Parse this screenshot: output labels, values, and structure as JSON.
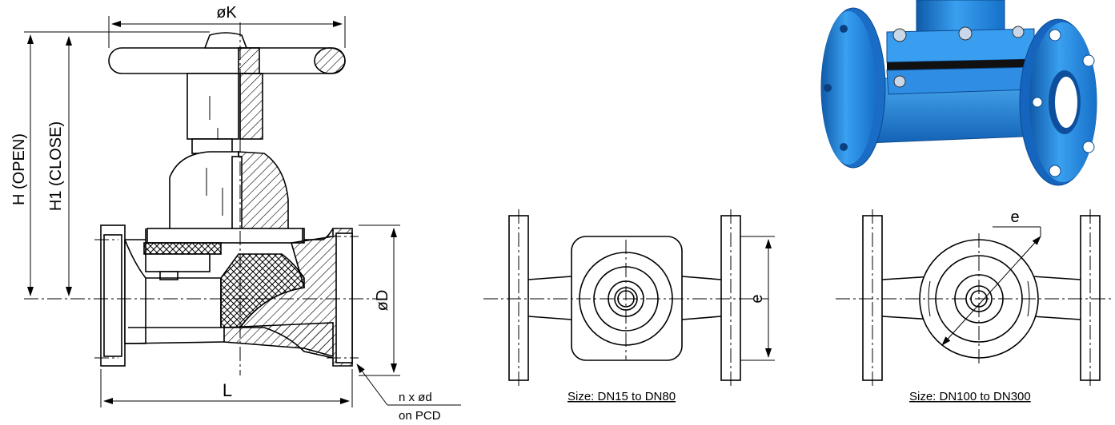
{
  "labels": {
    "dim_k": "øK",
    "dim_h": "H (OPEN)",
    "dim_h1": "H1 (CLOSE)",
    "dim_d": "øD",
    "dim_l": "L",
    "bolt_line1": "n x ød",
    "bolt_line2": "on PCD",
    "dim_e_mid": "e",
    "dim_e_right": "e"
  },
  "captions": {
    "small": "Size: DN15 to DN80",
    "large": "Size: DN100 to DN300"
  },
  "colors": {
    "line": "#000000",
    "render_blue": "#2b8fe0",
    "render_dark_blue": "#0f5aa8"
  }
}
